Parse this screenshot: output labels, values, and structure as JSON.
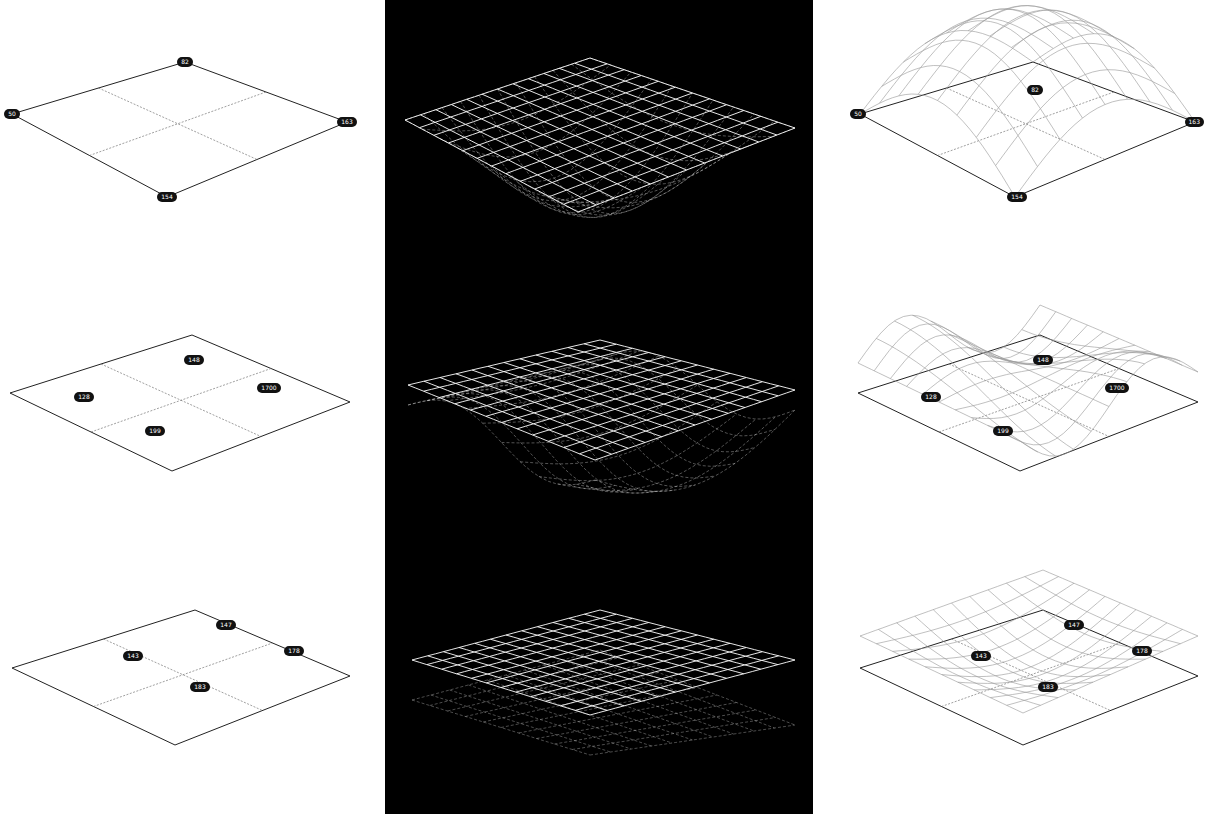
{
  "diagram": {
    "nodes": [
      {
        "text": [
          "82"
        ]
      },
      {
        "text": [
          "50"
        ]
      },
      {
        "text": [
          "163"
        ]
      },
      {
        "text": [
          "154"
        ]
      },
      {
        "text": [
          "82"
        ]
      },
      {
        "text": [
          "50"
        ]
      },
      {
        "text": [
          "163"
        ]
      },
      {
        "text": [
          "154"
        ]
      },
      {
        "text": [
          "148"
        ]
      },
      {
        "text": [
          "128"
        ]
      },
      {
        "text": [
          "1700"
        ]
      },
      {
        "text": [
          "199"
        ]
      },
      {
        "text": [
          "148"
        ]
      },
      {
        "text": [
          "128"
        ]
      },
      {
        "text": [
          "1700"
        ]
      },
      {
        "text": [
          "199"
        ]
      },
      {
        "text": [
          "147"
        ]
      },
      {
        "text": [
          "143"
        ]
      },
      {
        "text": [
          "178"
        ]
      },
      {
        "text": [
          "183"
        ]
      },
      {
        "text": [
          "147"
        ]
      },
      {
        "text": [
          "143"
        ]
      },
      {
        "text": [
          "178"
        ]
      },
      {
        "text": [
          "183"
        ]
      }
    ]
  }
}
